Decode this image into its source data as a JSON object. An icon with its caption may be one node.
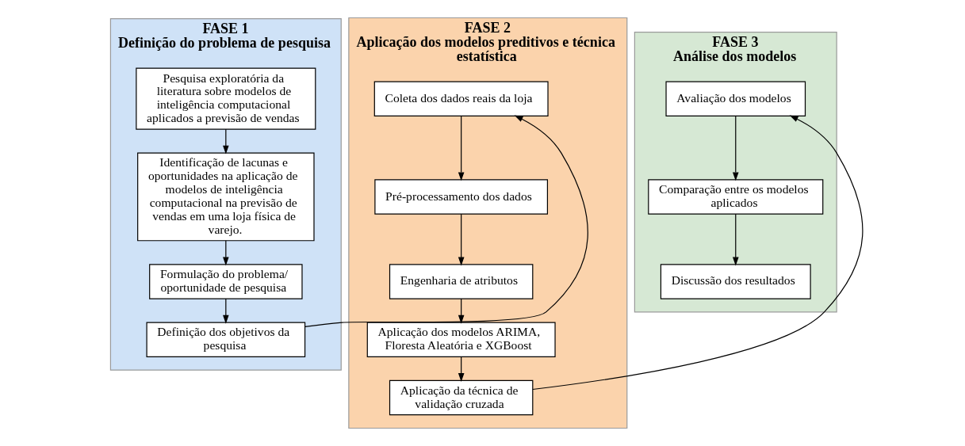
{
  "diagram": {
    "nodes": [
      {
        "text": [
          "FASE 1",
          "Definição do problema de pesquisa"
        ]
      },
      {
        "text": [
          "Pesquisa exploratória da literatura sobre modelos de inteligência computacional aplicados a previsão de vendas"
        ],
        "in": 0
      },
      {
        "text": [
          "Identificação de lacunas e oportunidades na aplicação de modelos de inteligência computacional na previsão de vendas em uma loja física de varejo."
        ],
        "in": 0
      },
      {
        "text": [
          "Formulação do problema/ oportunidade de pesquisa"
        ],
        "in": 0
      },
      {
        "text": [
          "Definição dos objetivos da pesquisa"
        ],
        "in": 0
      },
      {
        "text": [
          "FASE 2",
          "Aplicação dos modelos preditivos e técnica estatística"
        ]
      },
      {
        "text": [
          "Coleta dos dados reais da loja"
        ],
        "in": 5
      },
      {
        "text": [
          "Pré-processamento dos dados"
        ],
        "in": 5
      },
      {
        "text": [
          "Engenharia de atributos"
        ],
        "in": 5
      },
      {
        "text": [
          "Aplicação dos modelos ARIMA, Floresta Aleatória e XGBoost"
        ],
        "in": 5
      },
      {
        "text": [
          "Aplicação da técnica de validação cruzada"
        ],
        "in": 5
      },
      {
        "text": [
          "FASE 3",
          "Análise dos modelos"
        ]
      },
      {
        "text": [
          "Avaliação dos modelos"
        ],
        "in": 11
      },
      {
        "text": [
          "Comparação entre os modelos aplicados"
        ],
        "in": 11
      },
      {
        "text": [
          "Discussão dos resultados"
        ],
        "in": 11
      }
    ],
    "edges": [
      {
        "from": 1,
        "to": 2,
        "arrow": "to"
      },
      {
        "from": 2,
        "to": 3,
        "arrow": "to"
      },
      {
        "from": 3,
        "to": 4,
        "arrow": "to"
      },
      {
        "from": 4,
        "to": 6,
        "arrow": "to"
      },
      {
        "from": 6,
        "to": 7,
        "arrow": "to"
      },
      {
        "from": 7,
        "to": 8,
        "arrow": "to"
      },
      {
        "from": 8,
        "to": 9,
        "arrow": "to"
      },
      {
        "from": 9,
        "to": 10,
        "arrow": "to"
      },
      {
        "from": 10,
        "to": 12,
        "arrow": "to"
      },
      {
        "from": 12,
        "to": 13,
        "arrow": "to"
      },
      {
        "from": 13,
        "to": 14,
        "arrow": "to"
      }
    ]
  }
}
